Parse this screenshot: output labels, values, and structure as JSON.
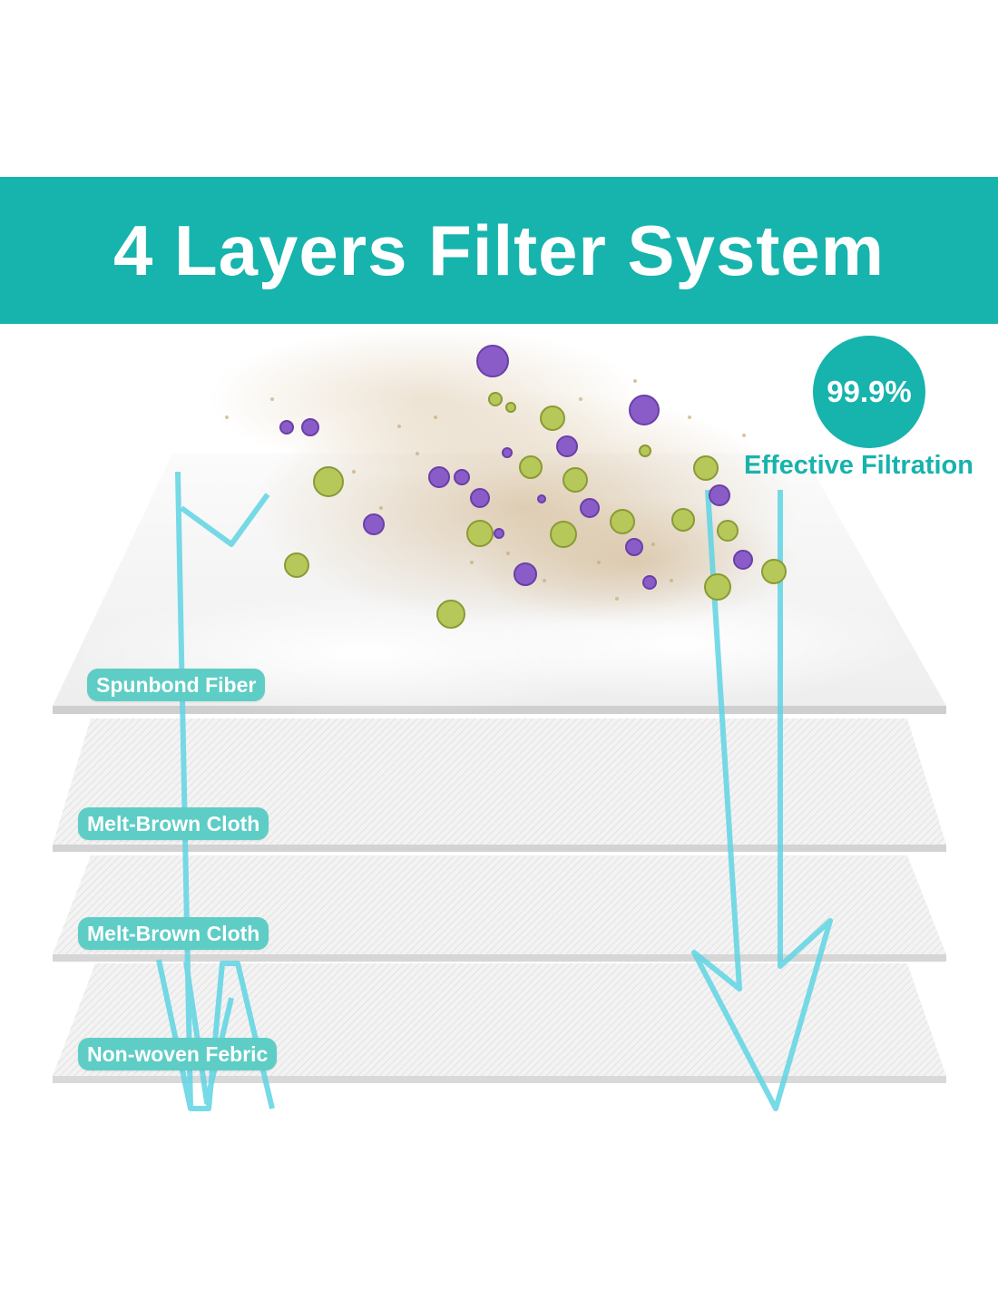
{
  "title": "4 Layers Filter System",
  "badge": {
    "percent": "99.9%",
    "caption": "Effective Filtration"
  },
  "layers": [
    {
      "label": "Spunbond Fiber"
    },
    {
      "label": "Melt-Brown Cloth"
    },
    {
      "label": "Melt-Brown Cloth"
    },
    {
      "label": "Non-woven Febric"
    }
  ],
  "colors": {
    "brand": "#17b3ad",
    "label_bg": "#5ecdc5",
    "arrow": "#5fd4e3",
    "virus": "#8a5cc7",
    "pollen": "#b7c85a"
  }
}
